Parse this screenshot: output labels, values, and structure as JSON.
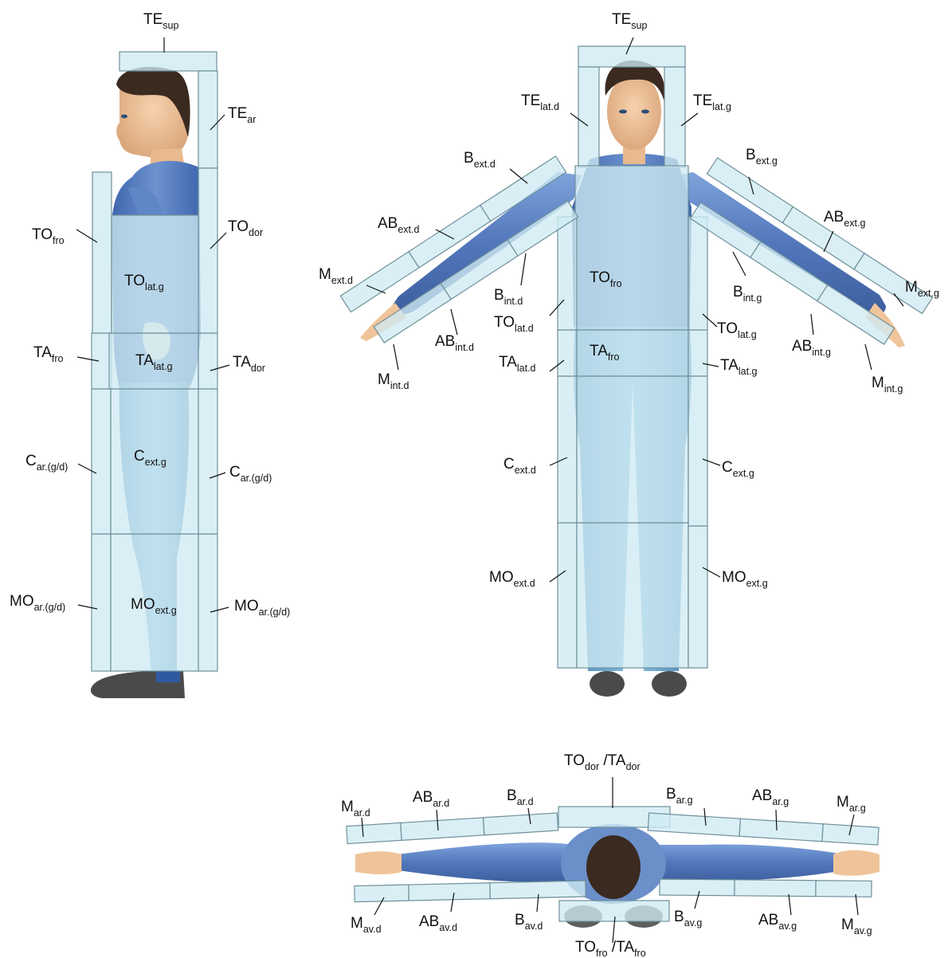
{
  "views": {
    "side": {
      "labels": [
        {
          "id": "te-sup",
          "main": "TE",
          "sub": "sup"
        },
        {
          "id": "te-ar",
          "main": "TE",
          "sub": "ar"
        },
        {
          "id": "to-fro",
          "main": "TO",
          "sub": "fro"
        },
        {
          "id": "to-dor",
          "main": "TO",
          "sub": "dor"
        },
        {
          "id": "to-lat-g",
          "main": "TO",
          "sub": "lat.g"
        },
        {
          "id": "ta-fro",
          "main": "TA",
          "sub": "fro"
        },
        {
          "id": "ta-lat-g",
          "main": "TA",
          "sub": "lat.g"
        },
        {
          "id": "ta-dor",
          "main": "TA",
          "sub": "dor"
        },
        {
          "id": "c-ar-left",
          "main": "C",
          "sub": "ar.(g/d)"
        },
        {
          "id": "c-ext-g",
          "main": "C",
          "sub": "ext.g"
        },
        {
          "id": "c-ar-right",
          "main": "C",
          "sub": "ar.(g/d)"
        },
        {
          "id": "mo-ar-left",
          "main": "MO",
          "sub": "ar.(g/d)"
        },
        {
          "id": "mo-ext-g",
          "main": "MO",
          "sub": "ext.g"
        },
        {
          "id": "mo-ar-right",
          "main": "MO",
          "sub": "ar.(g/d)"
        }
      ]
    },
    "front": {
      "labels": [
        {
          "id": "te-sup",
          "main": "TE",
          "sub": "sup"
        },
        {
          "id": "te-lat-d",
          "main": "TE",
          "sub": "lat.d"
        },
        {
          "id": "te-lat-g",
          "main": "TE",
          "sub": "lat.g"
        },
        {
          "id": "b-ext-d",
          "main": "B",
          "sub": "ext.d"
        },
        {
          "id": "b-ext-g",
          "main": "B",
          "sub": "ext.g"
        },
        {
          "id": "ab-ext-d",
          "main": "AB",
          "sub": "ext.d"
        },
        {
          "id": "ab-ext-g",
          "main": "AB",
          "sub": "ext.g"
        },
        {
          "id": "m-ext-d",
          "main": "M",
          "sub": "ext.d"
        },
        {
          "id": "m-ext-g",
          "main": "M",
          "sub": "ext.g"
        },
        {
          "id": "b-int-d",
          "main": "B",
          "sub": "int.d"
        },
        {
          "id": "b-int-g",
          "main": "B",
          "sub": "int.g"
        },
        {
          "id": "to-fro",
          "main": "TO",
          "sub": "fro"
        },
        {
          "id": "to-lat-d",
          "main": "TO",
          "sub": "lat.d"
        },
        {
          "id": "to-lat-g",
          "main": "TO",
          "sub": "lat.g"
        },
        {
          "id": "ab-int-d",
          "main": "AB",
          "sub": "int.d"
        },
        {
          "id": "ab-int-g",
          "main": "AB",
          "sub": "int.g"
        },
        {
          "id": "m-int-d",
          "main": "M",
          "sub": "int.d"
        },
        {
          "id": "m-int-g",
          "main": "M",
          "sub": "int.g"
        },
        {
          "id": "ta-lat-d",
          "main": "TA",
          "sub": "lat.d"
        },
        {
          "id": "ta-fro",
          "main": "TA",
          "sub": "fro"
        },
        {
          "id": "ta-lat-g",
          "main": "TA",
          "sub": "lat.g"
        },
        {
          "id": "c-ext-d",
          "main": "C",
          "sub": "ext.d"
        },
        {
          "id": "c-ext-g",
          "main": "C",
          "sub": "ext.g"
        },
        {
          "id": "mo-ext-d",
          "main": "MO",
          "sub": "ext.d"
        },
        {
          "id": "mo-ext-g",
          "main": "MO",
          "sub": "ext.g"
        }
      ]
    },
    "top": {
      "labels": [
        {
          "id": "to-dor-ta-dor",
          "parts": [
            {
              "main": "TO",
              "sub": "dor"
            },
            {
              "main": " /TA",
              "sub": "dor"
            }
          ]
        },
        {
          "id": "m-ar-d",
          "main": "M",
          "sub": "ar.d"
        },
        {
          "id": "ab-ar-d",
          "main": "AB",
          "sub": "ar.d"
        },
        {
          "id": "b-ar-d",
          "main": "B",
          "sub": "ar.d"
        },
        {
          "id": "b-ar-g",
          "main": "B",
          "sub": "ar.g"
        },
        {
          "id": "ab-ar-g",
          "main": "AB",
          "sub": "ar.g"
        },
        {
          "id": "m-ar-g",
          "main": "M",
          "sub": "ar.g"
        },
        {
          "id": "m-av-d",
          "main": "M",
          "sub": "av.d"
        },
        {
          "id": "ab-av-d",
          "main": "AB",
          "sub": "av.d"
        },
        {
          "id": "b-av-d",
          "main": "B",
          "sub": "av.d"
        },
        {
          "id": "b-av-g",
          "main": "B",
          "sub": "av.g"
        },
        {
          "id": "ab-av-g",
          "main": "AB",
          "sub": "av.g"
        },
        {
          "id": "m-av-g",
          "main": "M",
          "sub": "av.g"
        },
        {
          "id": "to-fro-ta-fro",
          "parts": [
            {
              "main": "TO",
              "sub": "fro"
            },
            {
              "main": " /TA",
              "sub": "fro"
            }
          ]
        }
      ]
    }
  },
  "colors": {
    "panel_fill": "#cfeaf2",
    "panel_stroke": "#6e8f99",
    "shirt": "#5b82c2",
    "pants": "#6aa3cf",
    "skin": "#f0c49a",
    "hair": "#3a2a20",
    "shoe": "#4a4a4a"
  }
}
